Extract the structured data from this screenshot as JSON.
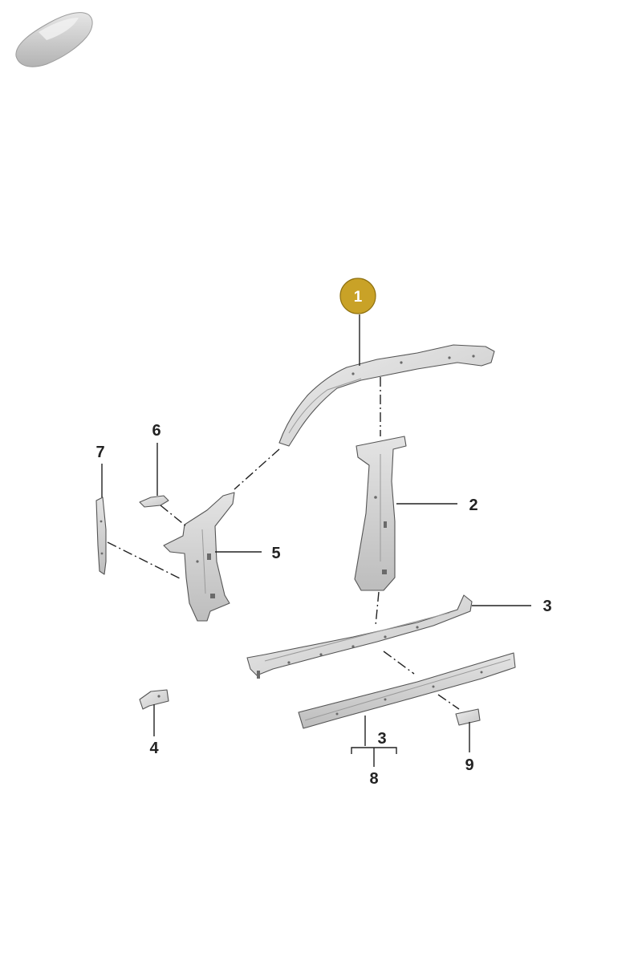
{
  "callouts": {
    "c1": "1",
    "c2": "2",
    "c3a": "3",
    "c3b": "3",
    "c4": "4",
    "c5": "5",
    "c6": "6",
    "c7": "7",
    "c8": "8",
    "c9": "9"
  },
  "colors": {
    "highlight_badge": "#C9A227",
    "part_fill": "#D9D9D9",
    "part_shade": "#B8B8B8",
    "line": "#222222"
  },
  "icons": {
    "vehicle_thumbnail": "car-silhouette-icon"
  }
}
